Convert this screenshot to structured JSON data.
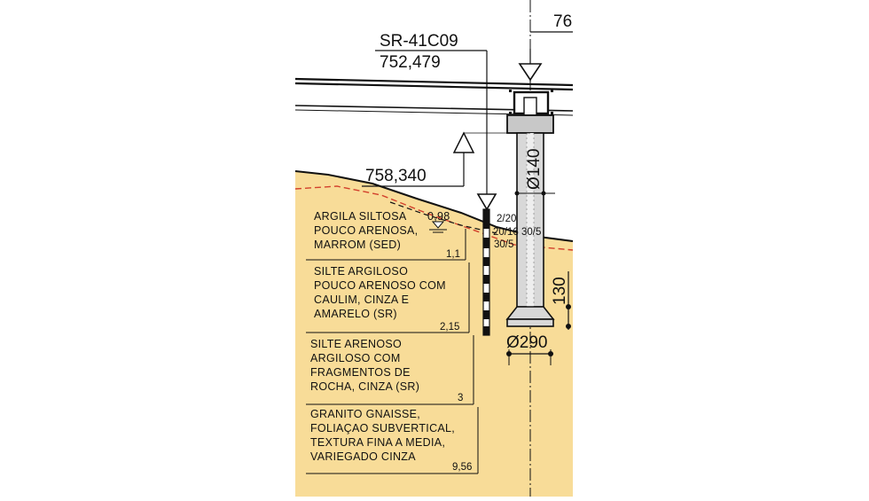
{
  "borehole": {
    "id": "SR-41C09",
    "collar_elevation": "752,479"
  },
  "structure": {
    "top_dimension": "76",
    "foundation_level": "758,340",
    "shaft_diameter": "Ø140",
    "bell_diameter": "Ø290",
    "bell_height": "130"
  },
  "water_level": "0,98",
  "spt": [
    "2/20",
    "20/16 30/5",
    "30/5"
  ],
  "layers": [
    {
      "lines": [
        "ARGILA SILTOSA",
        "POUCO ARENOSA,",
        "MARROM (SED)"
      ],
      "depth": "1,1"
    },
    {
      "lines": [
        "SILTE ARGILOSO",
        "POUCO ARENOSO COM",
        "CAULIM, CINZA E",
        "AMARELO (SR)"
      ],
      "depth": "2,15"
    },
    {
      "lines": [
        "SILTE ARENOSO",
        "ARGILOSO COM",
        "FRAGMENTOS DE",
        "ROCHA, CINZA (SR)"
      ],
      "depth": "3"
    },
    {
      "lines": [
        "GRANITO GNAISSE,",
        "FOLIAÇAO SUBVERTICAL,",
        "TEXTURA FINA A MEDIA,",
        "VARIEGADO CINZA"
      ],
      "depth": "9,56"
    }
  ],
  "colors": {
    "soil_fill": "#f8dc98",
    "line": "#111111",
    "dashed_boundary": "#d2402c",
    "concrete": "#c8c8c8"
  }
}
